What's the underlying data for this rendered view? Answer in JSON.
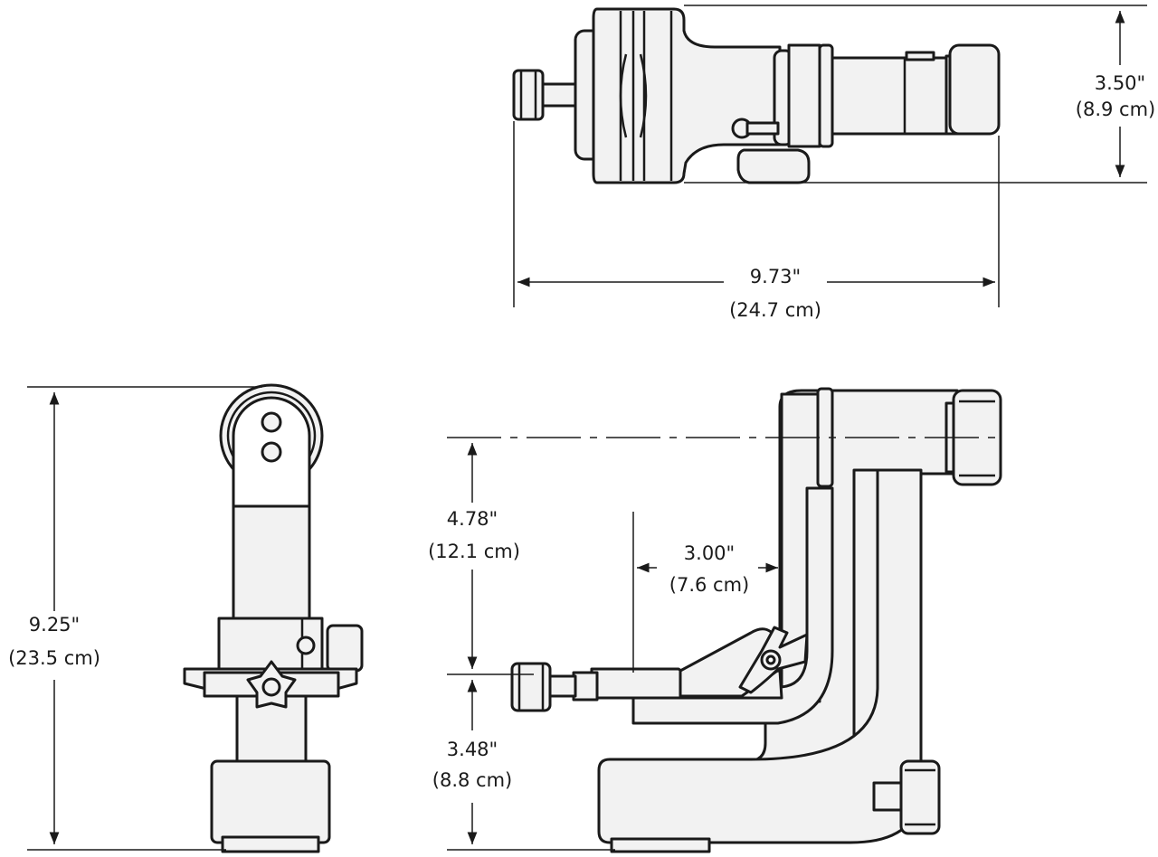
{
  "dimensions": {
    "top_height": {
      "in": "3.50\"",
      "cm": "(8.9 cm)"
    },
    "top_width": {
      "in": "9.73\"",
      "cm": "(24.7 cm)"
    },
    "front_height": {
      "in": "9.25\"",
      "cm": "(23.5 cm)"
    },
    "side_upper": {
      "in": "4.78\"",
      "cm": "(12.1 cm)"
    },
    "side_offset": {
      "in": "3.00\"",
      "cm": "(7.6 cm)"
    },
    "side_lower": {
      "in": "3.48\"",
      "cm": "(8.8 cm)"
    }
  },
  "colors": {
    "line": "#1a1a1a",
    "fill": "#f2f2f2",
    "background": "#ffffff"
  }
}
